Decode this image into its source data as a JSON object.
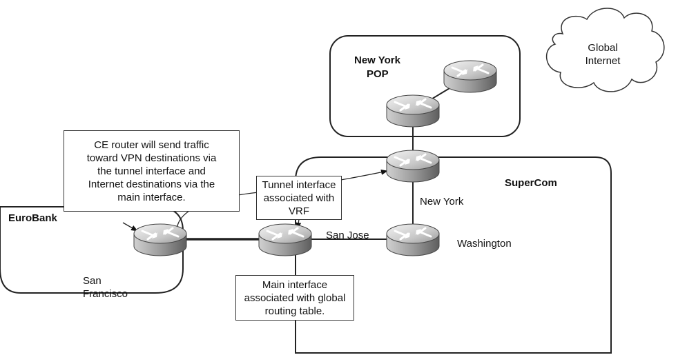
{
  "regions": {
    "newyork_pop": [
      "New York",
      "POP"
    ],
    "supercom": "SuperCom",
    "eurobank": "EuroBank",
    "internet": [
      "Global",
      "Internet"
    ]
  },
  "nodes": {
    "san_francisco": [
      "San",
      "Francisco"
    ],
    "san_jose": "San Jose",
    "new_york": "New York",
    "washington": "Washington"
  },
  "callouts": {
    "ce_router": [
      "CE router will send traffic",
      "toward VPN destinations via",
      "the tunnel interface and",
      "Internet destinations via the",
      "main interface."
    ],
    "tunnel": [
      "Tunnel interface",
      "associated with",
      "VRF"
    ],
    "main": [
      "Main interface",
      "associated with global",
      "routing table."
    ]
  }
}
